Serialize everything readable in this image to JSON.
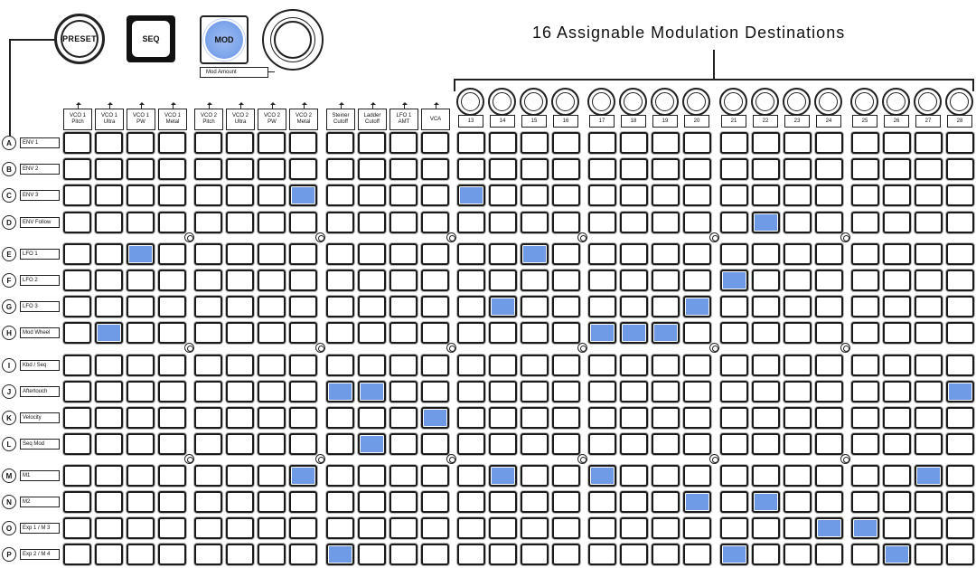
{
  "controls": {
    "preset_label": "PRESET",
    "seq_label": "SEQ",
    "mod_label": "MOD",
    "mod_amount_label": "Mod Amount"
  },
  "title": "16 Assignable Modulation Destinations",
  "fixed_destinations": [
    "VCO 1\nPitch",
    "VCO 1\nUltra",
    "VCO 1\nPW",
    "VCO 1\nMetal",
    "VCO 2\nPitch",
    "VCO 2\nUltra",
    "VCO 2\nPW",
    "VCO 2\nMetal",
    "Steiner\nCutoff",
    "Ladder\nCutoff",
    "LFO 1\nAMT",
    "VCA"
  ],
  "assignable_destinations": [
    "13",
    "14",
    "15",
    "16",
    "17",
    "18",
    "19",
    "20",
    "21",
    "22",
    "23",
    "24",
    "25",
    "26",
    "27",
    "28"
  ],
  "sources": [
    {
      "letter": "A",
      "label": "ENV 1"
    },
    {
      "letter": "B",
      "label": "ENV 2"
    },
    {
      "letter": "C",
      "label": "ENV 3"
    },
    {
      "letter": "D",
      "label": "ENV Follow"
    },
    {
      "letter": "E",
      "label": "LFO 1"
    },
    {
      "letter": "F",
      "label": "LFO 2"
    },
    {
      "letter": "G",
      "label": "LFO 3"
    },
    {
      "letter": "H",
      "label": "Mod Wheel"
    },
    {
      "letter": "I",
      "label": "Kbd / Seq"
    },
    {
      "letter": "J",
      "label": "Aftertouch"
    },
    {
      "letter": "K",
      "label": "Velocity"
    },
    {
      "letter": "L",
      "label": "Seq Mod"
    },
    {
      "letter": "M",
      "label": "M1"
    },
    {
      "letter": "N",
      "label": "M2"
    },
    {
      "letter": "O",
      "label": "Exp 1 / M 3"
    },
    {
      "letter": "P",
      "label": "Exp 2 / M 4"
    }
  ],
  "active_color": "#6f9ae6",
  "active_cells": [
    [
      2,
      7
    ],
    [
      2,
      12
    ],
    [
      3,
      21
    ],
    [
      4,
      2
    ],
    [
      4,
      14
    ],
    [
      5,
      20
    ],
    [
      6,
      13
    ],
    [
      6,
      19
    ],
    [
      7,
      1
    ],
    [
      7,
      16
    ],
    [
      7,
      17
    ],
    [
      7,
      18
    ],
    [
      9,
      8
    ],
    [
      9,
      9
    ],
    [
      9,
      27
    ],
    [
      10,
      11
    ],
    [
      11,
      9
    ],
    [
      12,
      7
    ],
    [
      12,
      13
    ],
    [
      12,
      16
    ],
    [
      12,
      26
    ],
    [
      13,
      19
    ],
    [
      13,
      21
    ],
    [
      14,
      23
    ],
    [
      14,
      24
    ],
    [
      15,
      8
    ],
    [
      15,
      20
    ],
    [
      15,
      25
    ]
  ]
}
